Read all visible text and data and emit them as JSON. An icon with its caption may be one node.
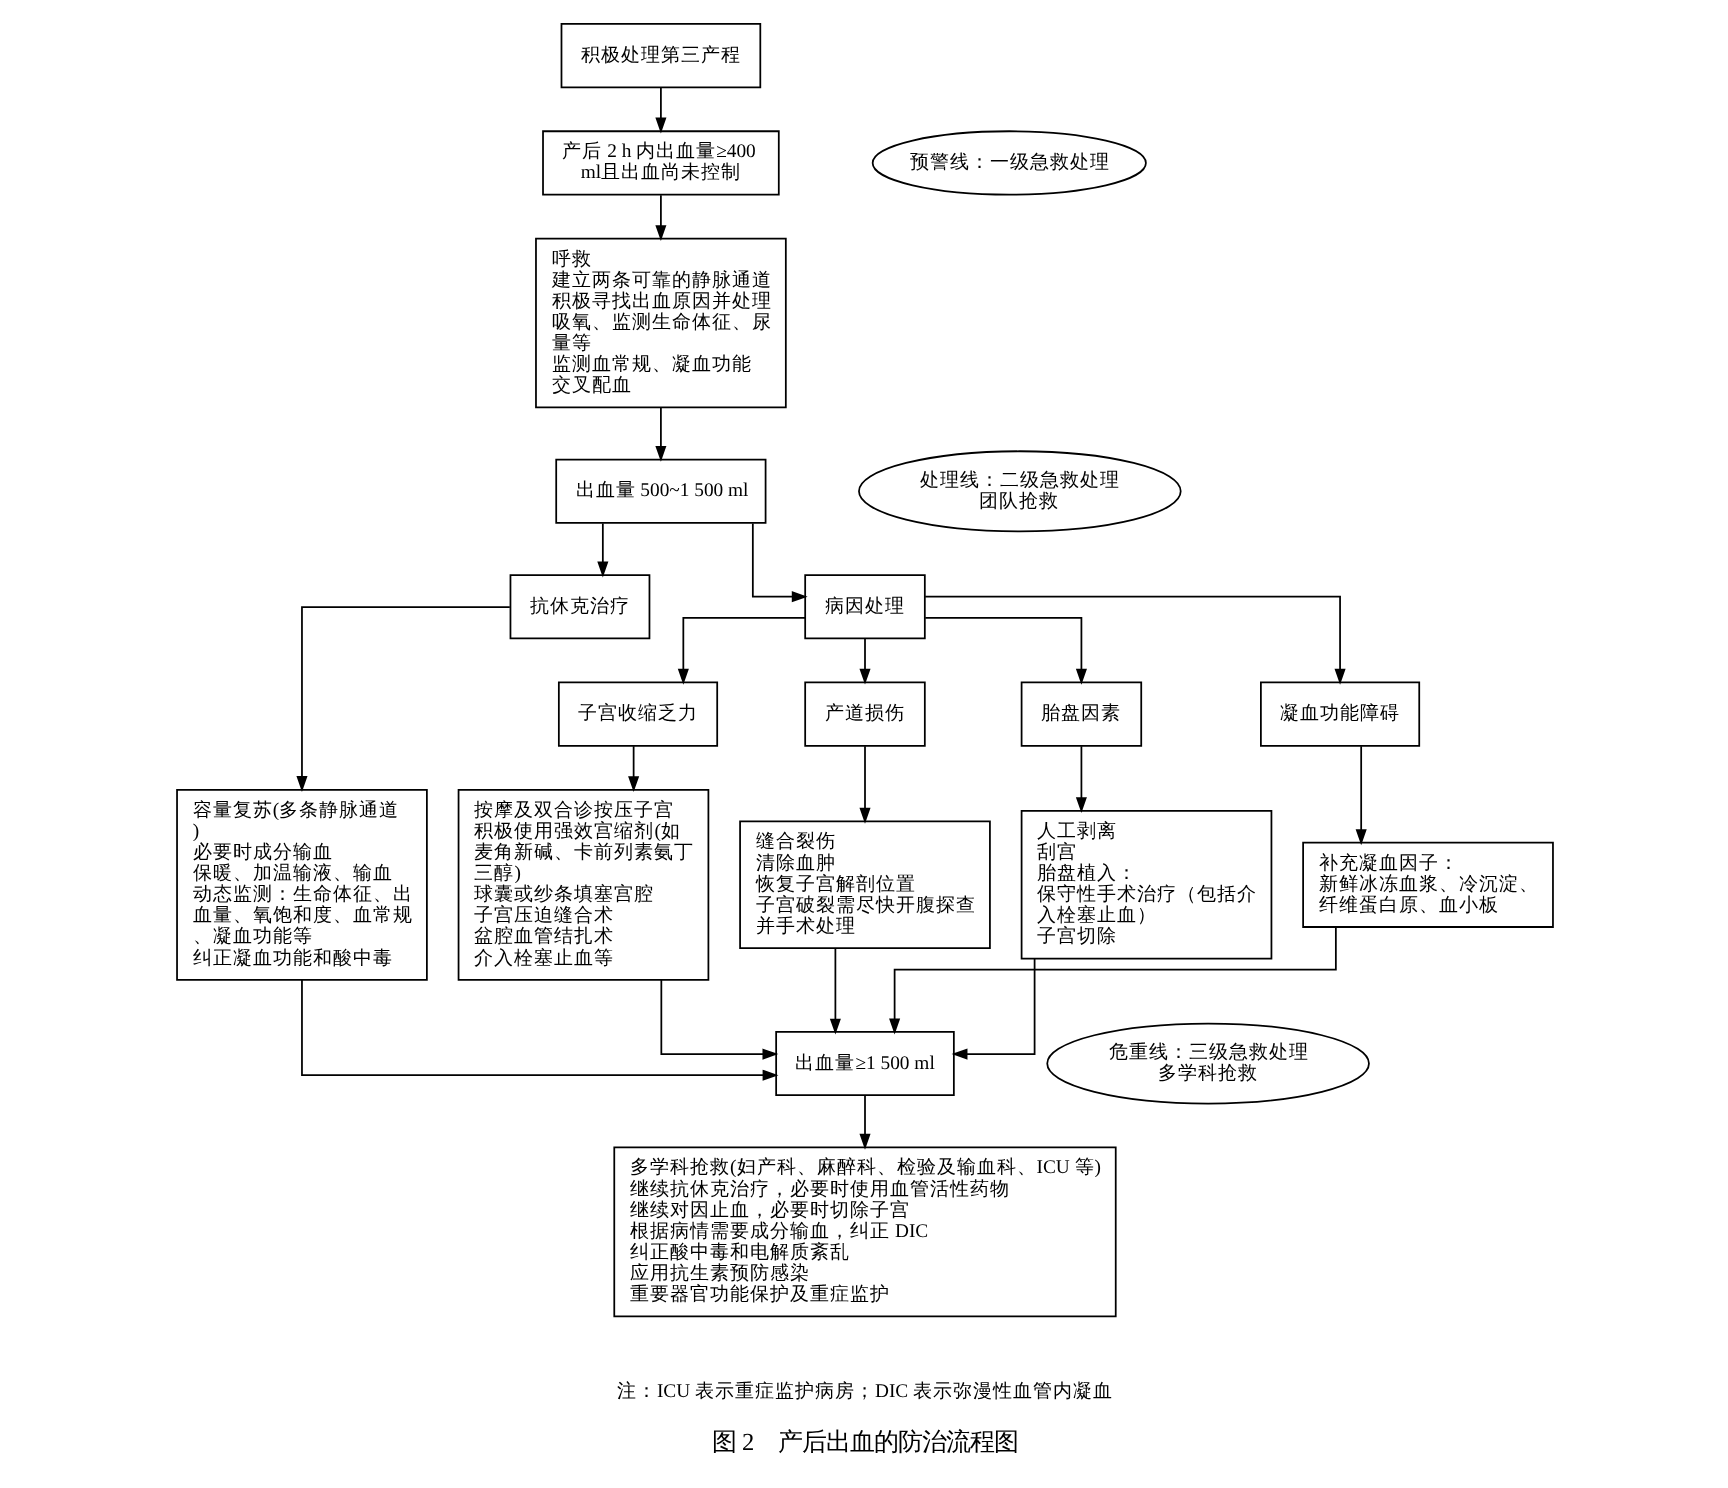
{
  "diagram": {
    "caption": "图 2　产后出血的防治流程图",
    "nodes": [
      {
        "text": [
          "积极处理第三产程"
        ]
      },
      {
        "text": [
          "产后 2 h 内出血量≥400 ml且出血尚未控制"
        ]
      },
      {
        "text": [
          "预警线：一级急救处理"
        ]
      },
      {
        "text": [
          "呼救",
          "建立两条可靠的静脉通道",
          "积极寻找出血原因并处理",
          "吸氧、监测生命体征、尿量等",
          "监测血常规、凝血功能",
          "交叉配血"
        ]
      },
      {
        "text": [
          "出血量 500~1 500 ml"
        ]
      },
      {
        "text": [
          "处理线：二级急救处理",
          "团队抢救"
        ]
      },
      {
        "text": [
          "抗休克治疗"
        ]
      },
      {
        "text": [
          "病因处理"
        ]
      },
      {
        "text": [
          "子宫收缩乏力"
        ]
      },
      {
        "text": [
          "产道损伤"
        ]
      },
      {
        "text": [
          "胎盘因素"
        ]
      },
      {
        "text": [
          "凝血功能障碍"
        ]
      },
      {
        "text": [
          "容量复苏(多条静脉通道)",
          "必要时成分输血",
          "保暖、加温输液、输血",
          "动态监测：生命体征、出血量、氧饱和度、血常规、凝血功能等",
          "纠正凝血功能和酸中毒"
        ]
      },
      {
        "text": [
          "按摩及双合诊按压子宫",
          "积极使用强效宫缩剂(如麦角新碱、卡前列素氨丁三醇)",
          "球囊或纱条填塞宫腔",
          "子宫压迫缝合术",
          "盆腔血管结扎术",
          "介入栓塞止血等"
        ]
      },
      {
        "text": [
          "缝合裂伤",
          "清除血肿",
          "恢复子宫解剖位置",
          "子宫破裂需尽快开腹探查并手术处理"
        ]
      },
      {
        "text": [
          "人工剥离",
          "刮宫",
          "胎盘植入：",
          "保守性手术治疗（包括介入栓塞止血）",
          "子宫切除"
        ]
      },
      {
        "text": [
          "补充凝血因子：",
          "新鲜冰冻血浆、冷沉淀、纤维蛋白原、血小板"
        ]
      },
      {
        "text": [
          "出血量≥1 500 ml"
        ]
      },
      {
        "text": [
          "危重线：三级急救处理",
          "多学科抢救"
        ]
      },
      {
        "text": [
          "多学科抢救(妇产科、麻醉科、检验及输血科、ICU 等)",
          "继续抗休克治疗，必要时使用血管活性药物",
          "继续对因止血，必要时切除子宫",
          "根据病情需要成分输血，纠正 DIC",
          "纠正酸中毒和电解质紊乱",
          "应用抗生素预防感染",
          "重要器官功能保护及重症监护"
        ]
      }
    ],
    "edges": [
      {
        "from": 0,
        "to": 1,
        "arrow": "to"
      },
      {
        "from": 1,
        "to": 3,
        "arrow": "to"
      },
      {
        "from": 3,
        "to": 4,
        "arrow": "to"
      },
      {
        "from": 4,
        "to": 6,
        "arrow": "to"
      },
      {
        "from": 4,
        "to": 7,
        "arrow": "to"
      },
      {
        "from": 7,
        "to": 8,
        "arrow": "to"
      },
      {
        "from": 7,
        "to": 9,
        "arrow": "to"
      },
      {
        "from": 7,
        "to": 10,
        "arrow": "to"
      },
      {
        "from": 7,
        "to": 11,
        "arrow": "to"
      },
      {
        "from": 6,
        "to": 12,
        "arrow": "to"
      },
      {
        "from": 8,
        "to": 13,
        "arrow": "to"
      },
      {
        "from": 9,
        "to": 14,
        "arrow": "to"
      },
      {
        "from": 10,
        "to": 15,
        "arrow": "to"
      },
      {
        "from": 11,
        "to": 16,
        "arrow": "to"
      },
      {
        "from": 12,
        "to": 17,
        "arrow": "to"
      },
      {
        "from": 13,
        "to": 17,
        "arrow": "to"
      },
      {
        "from": 14,
        "to": 17,
        "arrow": "to"
      },
      {
        "from": 15,
        "to": 17,
        "arrow": "to"
      },
      {
        "from": 16,
        "to": 17,
        "arrow": "to"
      },
      {
        "from": 17,
        "to": 19,
        "arrow": "to"
      }
    ],
    "labels": [
      "注：ICU 表示重症监护病房；DIC 表示弥漫性血管内凝血"
    ]
  }
}
